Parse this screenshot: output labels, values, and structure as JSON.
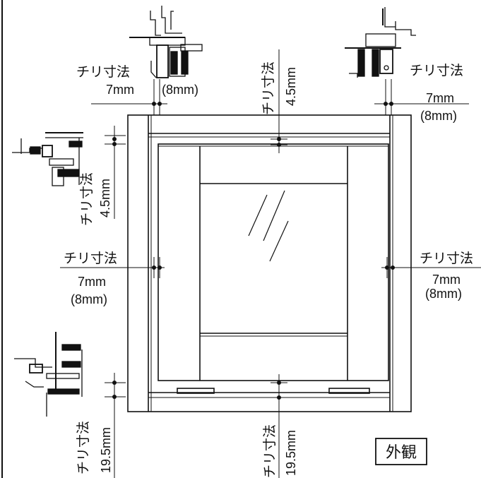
{
  "dimension_label": "チリ寸法",
  "dims": {
    "side": "7mm",
    "side_alt": "(8mm)",
    "top": "4.5mm",
    "bottom": "19.5mm"
  },
  "view_label": "外観"
}
